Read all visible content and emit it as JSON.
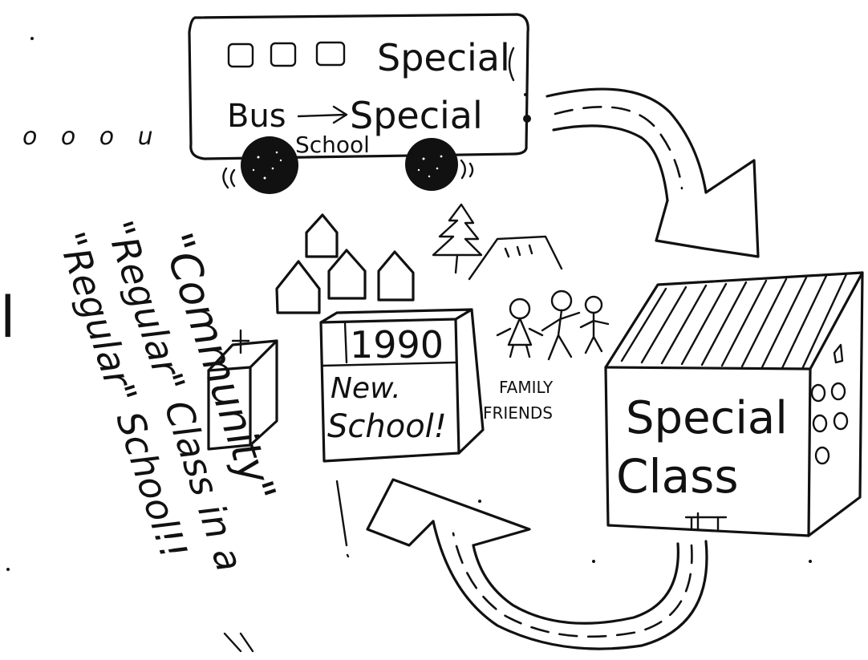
{
  "bus": {
    "line1": "Special",
    "line2_bus": "Bus",
    "line2_dest": "Special",
    "line3": "School"
  },
  "trail": {
    "marks": "o o o u"
  },
  "new_school": {
    "year": "1990",
    "line1": "New.",
    "line2": "School!"
  },
  "family": {
    "line1": "FAMILY",
    "line2": "FRIENDS"
  },
  "special_class": {
    "line1": "Special",
    "line2": "Class"
  },
  "caption": {
    "line1": "\"Community\"",
    "line2": "\"Regular\" Class in a",
    "line3": "\"Regular\" School!!"
  },
  "margin_mark": "l",
  "ink_color": "#111111",
  "paper_color": "#ffffff"
}
